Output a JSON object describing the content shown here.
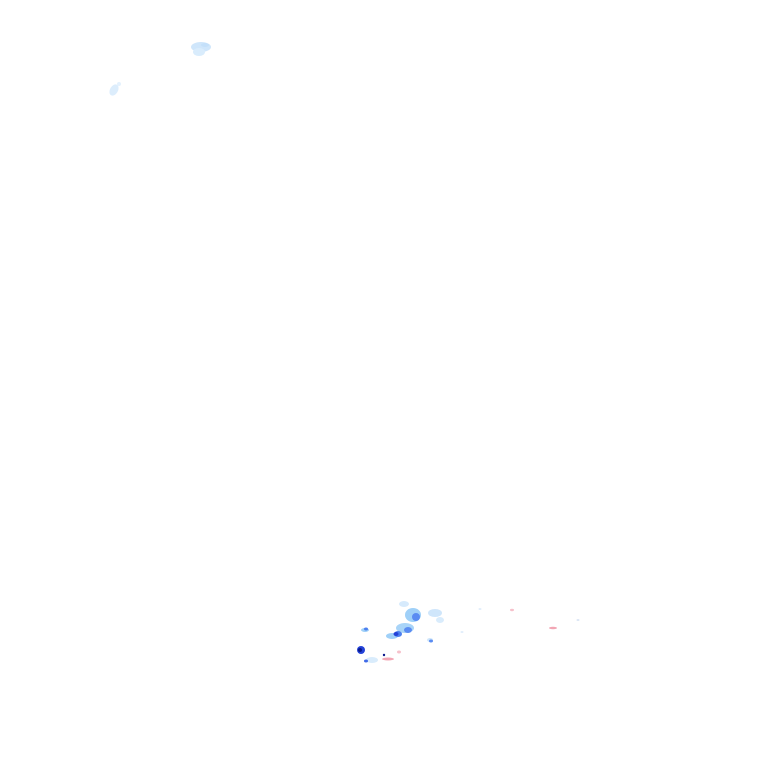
{
  "map": {
    "type": "weather-radar-overlay",
    "background": "#ffffff",
    "intensity_colors": {
      "very_light": "#cfe6fb",
      "light": "#9fd0f8",
      "moderate": "#5a8cf2",
      "heavy": "#2342d8",
      "very_heavy": "#0b1a8c",
      "trace_pink": "#f2a6b4"
    },
    "precipitation_cells": [
      {
        "id": "cell-north-1",
        "intensity": "very_light"
      },
      {
        "id": "cell-northwest-1",
        "intensity": "very_light"
      },
      {
        "id": "cell-south-cluster-1",
        "intensity": "light"
      },
      {
        "id": "cell-south-cluster-2",
        "intensity": "moderate"
      },
      {
        "id": "cell-south-cluster-3",
        "intensity": "heavy"
      },
      {
        "id": "cell-south-cluster-4",
        "intensity": "very_heavy"
      },
      {
        "id": "cell-trace-east",
        "intensity": "trace_pink"
      }
    ]
  }
}
